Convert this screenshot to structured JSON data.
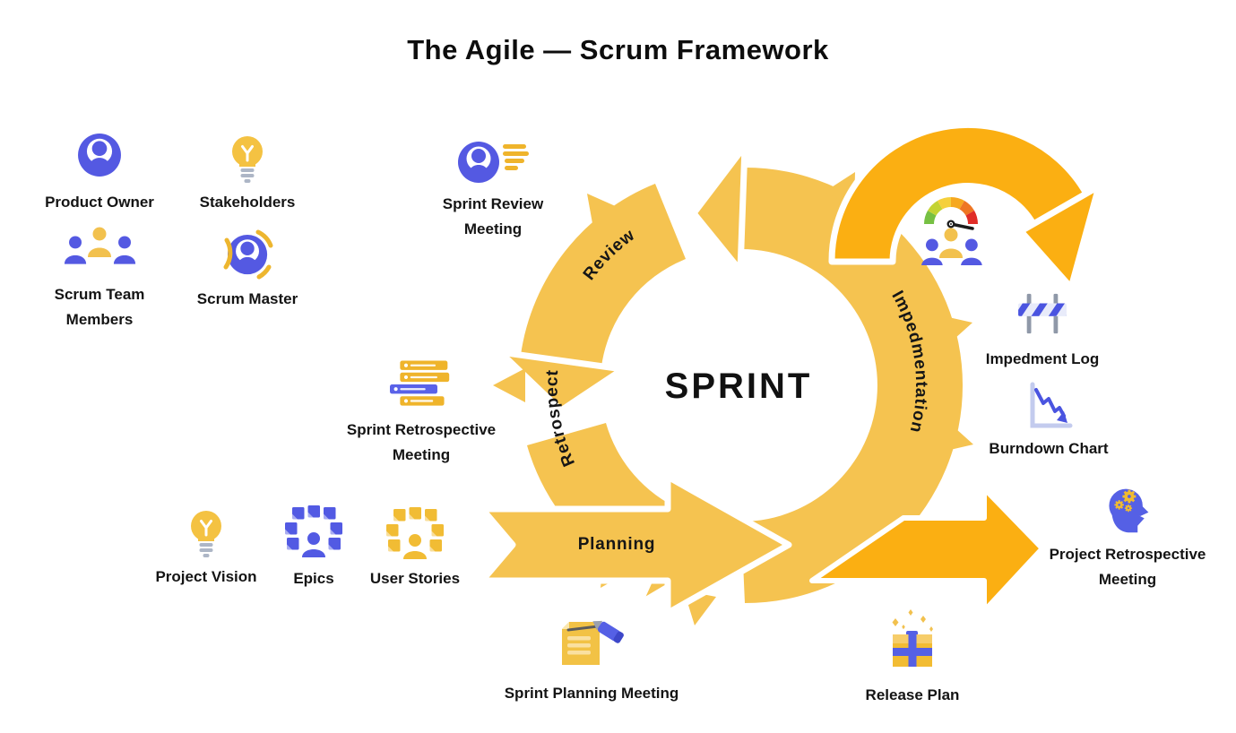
{
  "title": "The Agile — Scrum Framework",
  "sprint": {
    "label": "SPRINT"
  },
  "cycle_labels": {
    "review": "Review",
    "impedmentation": "Impedmentation",
    "retrospect": "Retrospect",
    "planning": "Planning"
  },
  "colors": {
    "cycle_yellow": "#F5C350",
    "arrow_orange": "#FBAF12",
    "brand_blue": "#5459E2",
    "icon_yellow": "#F2BC33",
    "text": "#141414"
  },
  "items": {
    "product_owner": {
      "lines": [
        "Product Owner"
      ],
      "icon": "person-circle-icon"
    },
    "stakeholders": {
      "lines": [
        "Stakeholders"
      ],
      "icon": "lightbulb-icon"
    },
    "scrum_team_members": {
      "lines": [
        "Scrum Team",
        "Members"
      ],
      "icon": "team-trio-icon"
    },
    "scrum_master": {
      "lines": [
        "Scrum Master"
      ],
      "icon": "person-orbit-icon"
    },
    "sprint_review_meeting": {
      "lines": [
        "Sprint Review",
        "Meeting"
      ],
      "icon": "person-speaking-icon"
    },
    "sprint_retrospective_meeting": {
      "lines": [
        "Sprint Retrospective",
        "Meeting"
      ],
      "icon": "list-bars-icon"
    },
    "project_vision": {
      "lines": [
        "Project Vision"
      ],
      "icon": "lightbulb-icon"
    },
    "epics": {
      "lines": [
        "Epics"
      ],
      "icon": "sticky-notes-blue-icon"
    },
    "user_stories": {
      "lines": [
        "User Stories"
      ],
      "icon": "sticky-notes-yellow-icon"
    },
    "sprint_planning_meeting": {
      "lines": [
        "Sprint Planning Meeting"
      ],
      "icon": "document-pen-icon"
    },
    "release_plan": {
      "lines": [
        "Release Plan"
      ],
      "icon": "gift-box-icon"
    },
    "impedment_log": {
      "lines": [
        "Impedment Log"
      ],
      "icon": "barrier-icon"
    },
    "burndown_chart": {
      "lines": [
        "Burndown Chart"
      ],
      "icon": "downtrend-chart-icon"
    },
    "project_retrospective_meeting": {
      "lines": [
        "Project Retrospective",
        "Meeting"
      ],
      "icon": "head-gears-icon"
    },
    "daily_scrum": {
      "lines": [],
      "icon": "velocity-gauge-team-icon"
    }
  }
}
